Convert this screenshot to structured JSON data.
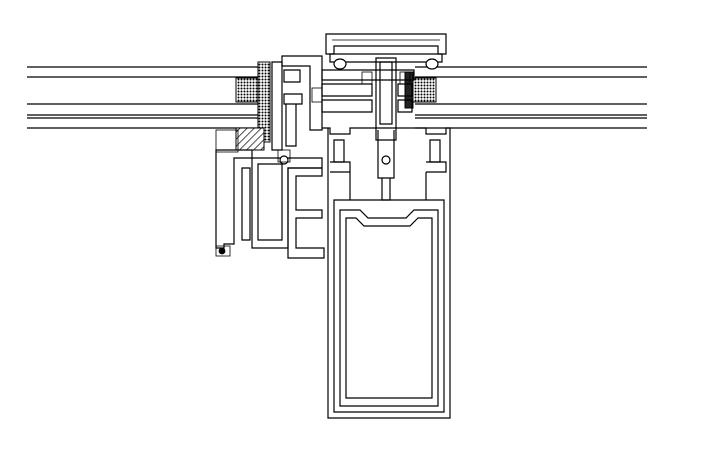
{
  "drawing": {
    "colors": {
      "line": "#000000",
      "background": "#ffffff",
      "gasket": "#1a1a1a"
    },
    "components": [
      "left-glass-panel",
      "right-glass-panel",
      "vent-sash-frame",
      "mullion-profile",
      "pressure-plate",
      "cap-cover",
      "gaskets"
    ]
  }
}
